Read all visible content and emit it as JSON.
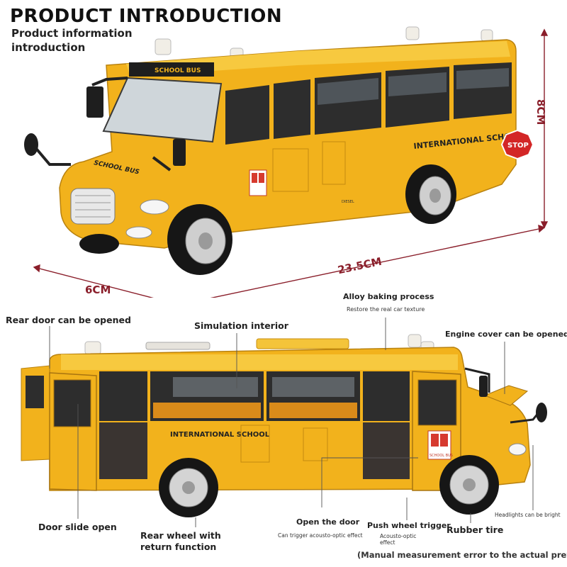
{
  "header": {
    "title": "PRODUCT INTRODUCTION",
    "subtitle": "Product information introduction"
  },
  "dimensions": {
    "height": "8CM",
    "length": "23.5CM",
    "width": "6CM"
  },
  "bus_markings": {
    "sign_front": "SCHOOL BUS",
    "side_text": "INTERNATIONAL SCHOOL",
    "stop_sign": "STOP",
    "hood_text": "SCHOOL BUS",
    "fuel_text": "DIESEL",
    "badge_text": "SCHOOL BUS"
  },
  "features": {
    "alloy": "Alloy baking process",
    "alloy_sub": "Restore the real car texture",
    "rear_door": "Rear door can be opened",
    "interior": "Simulation interior",
    "engine": "Engine cover can be opened",
    "headlights": "Headlights can be bright",
    "door_slide": "Door slide open",
    "rear_wheel_1": "Rear wheel with",
    "rear_wheel_2": "return function",
    "open_door": "Open the door",
    "open_door_sub": "Can trigger acousto-optic effect",
    "push_wheel": "Push wheel trigger",
    "push_wheel_sub_1": "Acousto-optic",
    "push_wheel_sub_2": "effect",
    "rubber_tire": "Rubber tire"
  },
  "footnote": "(Manual measurement error to the actual prevail)",
  "colors": {
    "bus_yellow": "#f2b21c",
    "bus_dark": "#d9960f",
    "dimension_line": "#8a1e2a",
    "window": "#2b2b2b"
  }
}
